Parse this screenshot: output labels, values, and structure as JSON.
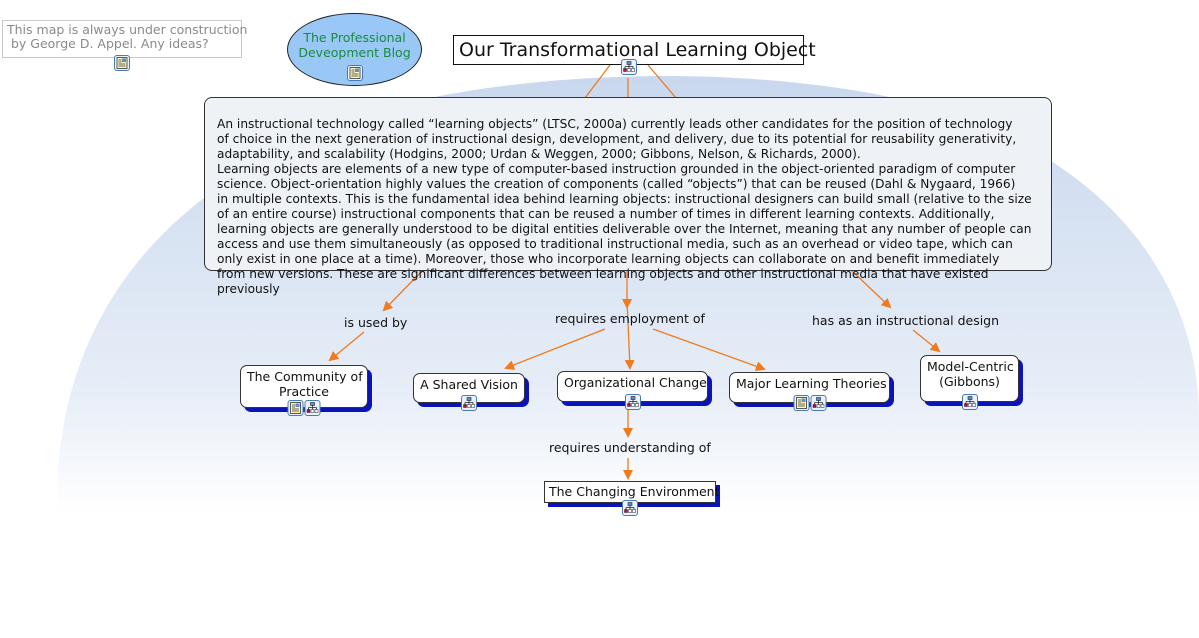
{
  "colors": {
    "link": "#f07a1e",
    "concept_shadow": "#0a14b8",
    "ellipse_fill": "#99c8f7",
    "ellipse_text": "#1a8a3c",
    "note_text": "#8a8a8a",
    "main_box_fill": "#eef2f6",
    "background_arc": "#d3def0"
  },
  "note": {
    "text": "This map is always under construction\n by George D. Appel. Any ideas?",
    "icons": [
      "document-resource-icon"
    ]
  },
  "blog": {
    "text": "The Professional\nDeveopment Blog",
    "icons": [
      "document-resource-icon"
    ]
  },
  "title": {
    "text": "Our Transformational Learning Object",
    "icons": [
      "submap-icon"
    ]
  },
  "main_text": {
    "text": "An instructional technology called “learning objects” (LTSC, 2000a) currently leads other candidates for the position of technology\nof choice in the next generation of instructional design, development, and delivery, due to its potential for reusability generativity,\nadaptability, and scalability (Hodgins, 2000; Urdan & Weggen, 2000; Gibbons, Nelson, & Richards, 2000).\nLearning objects are elements of a new type of computer-based instruction grounded in the object-oriented paradigm of computer\nscience. Object-orientation highly values the creation of components (called “objects”) that can be reused (Dahl & Nygaard, 1966)\nin multiple contexts. This is the fundamental idea behind learning objects: instructional designers can build small (relative to the size\nof an entire course) instructional components that can be reused a number of times in different learning contexts. Additionally,\nlearning objects are generally understood to be digital entities deliverable over the Internet, meaning that any number of people can\naccess and use them simultaneously (as opposed to traditional instructional media, such as an overhead or video tape, which can\nonly exist in one place at a time). Moreover, those who incorporate learning objects can collaborate on and benefit immediately\nfrom new versions. These are significant differences between learning objects and other instructional media that have existed previously"
  },
  "link_labels": {
    "used_by": "is used by",
    "requires_employment": "requires employment of",
    "instructional_design": "has as an instructional design",
    "requires_understanding": "requires understanding of"
  },
  "concepts": {
    "community": {
      "text": "The Community of\nPractice",
      "icons": [
        "document-resource-icon",
        "submap-icon"
      ]
    },
    "shared_vision": {
      "text": "A Shared Vision",
      "icons": [
        "submap-icon"
      ]
    },
    "org_change": {
      "text": "Organizational Change",
      "icons": [
        "submap-icon"
      ]
    },
    "learning_theories": {
      "text": "Major Learning Theories",
      "icons": [
        "document-resource-icon",
        "submap-icon"
      ]
    },
    "model_centric": {
      "text": "Model-Centric\n(Gibbons)",
      "icons": [
        "submap-icon"
      ]
    },
    "changing_env": {
      "text": "The Changing Environment",
      "icons": [
        "submap-icon"
      ]
    }
  }
}
